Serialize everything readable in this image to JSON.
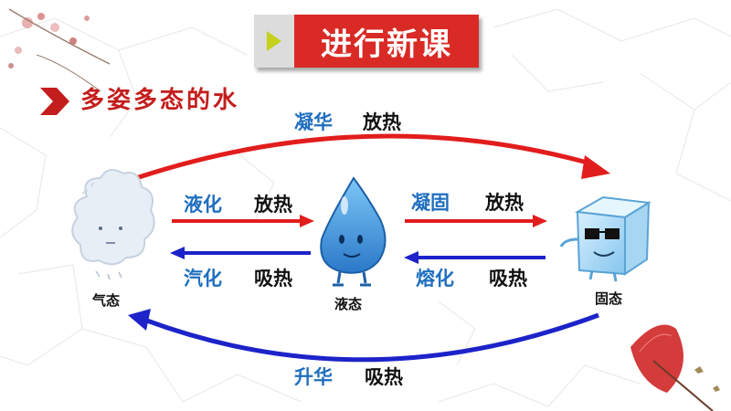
{
  "header": {
    "banner_text": "进行新课"
  },
  "section": {
    "title": "多姿多态的水"
  },
  "states": {
    "gas": "气态",
    "liquid": "液态",
    "solid": "固态"
  },
  "processes": {
    "sublimation_deposition": {
      "name": "凝华",
      "heat": "放热"
    },
    "condensation": {
      "name": "液化",
      "heat": "放热"
    },
    "vaporization": {
      "name": "汽化",
      "heat": "吸热"
    },
    "freezing": {
      "name": "凝固",
      "heat": "放热"
    },
    "melting": {
      "name": "熔化",
      "heat": "吸热"
    },
    "sublimation": {
      "name": "升华",
      "heat": "吸热"
    }
  },
  "colors": {
    "banner": "#d92a26",
    "accent_red": "#e21d1d",
    "arrow_blue": "#1d23c9",
    "label_blue": "#1f6fbf",
    "title_red": "#c41d1d",
    "water_drop": "#3a8fd8",
    "ice_cube": "#9fd3f2"
  },
  "icons": [
    "cloud-icon",
    "water-drop-icon",
    "ice-cube-icon",
    "flower-decoration",
    "umbrella-decoration"
  ]
}
